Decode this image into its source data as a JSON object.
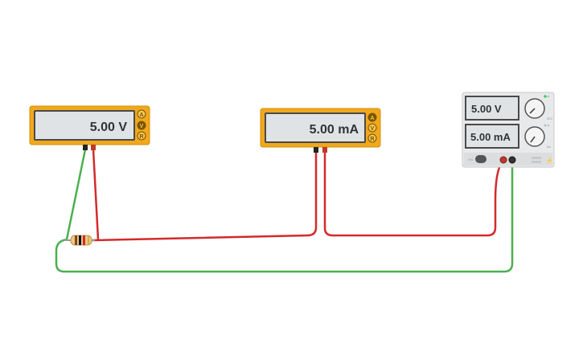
{
  "colors": {
    "meter_body": "#f0a81c",
    "meter_border": "#d48f0c",
    "display_bg": "#dfe3e6",
    "wire_red": "#d32a2a",
    "wire_green": "#4caf50",
    "supply_body": "#e8e9ea",
    "canvas_bg": "#ffffff"
  },
  "voltmeter": {
    "reading": "5.00 V",
    "modes": [
      "A",
      "V",
      "R"
    ],
    "selected_mode": "V"
  },
  "ammeter": {
    "reading": "5.00 mA",
    "modes": [
      "A",
      "V",
      "R"
    ],
    "selected_mode": "A"
  },
  "power_supply": {
    "voltage_reading": "5.00 V",
    "current_reading": "5.00 mA",
    "voltage_knob_label": "30V",
    "current_knob_label": "5A",
    "power_switch_label": "ON"
  },
  "resistor": {
    "band_colors": [
      "#8b4513",
      "#111111",
      "#d32a2a",
      "#d4af37"
    ]
  }
}
